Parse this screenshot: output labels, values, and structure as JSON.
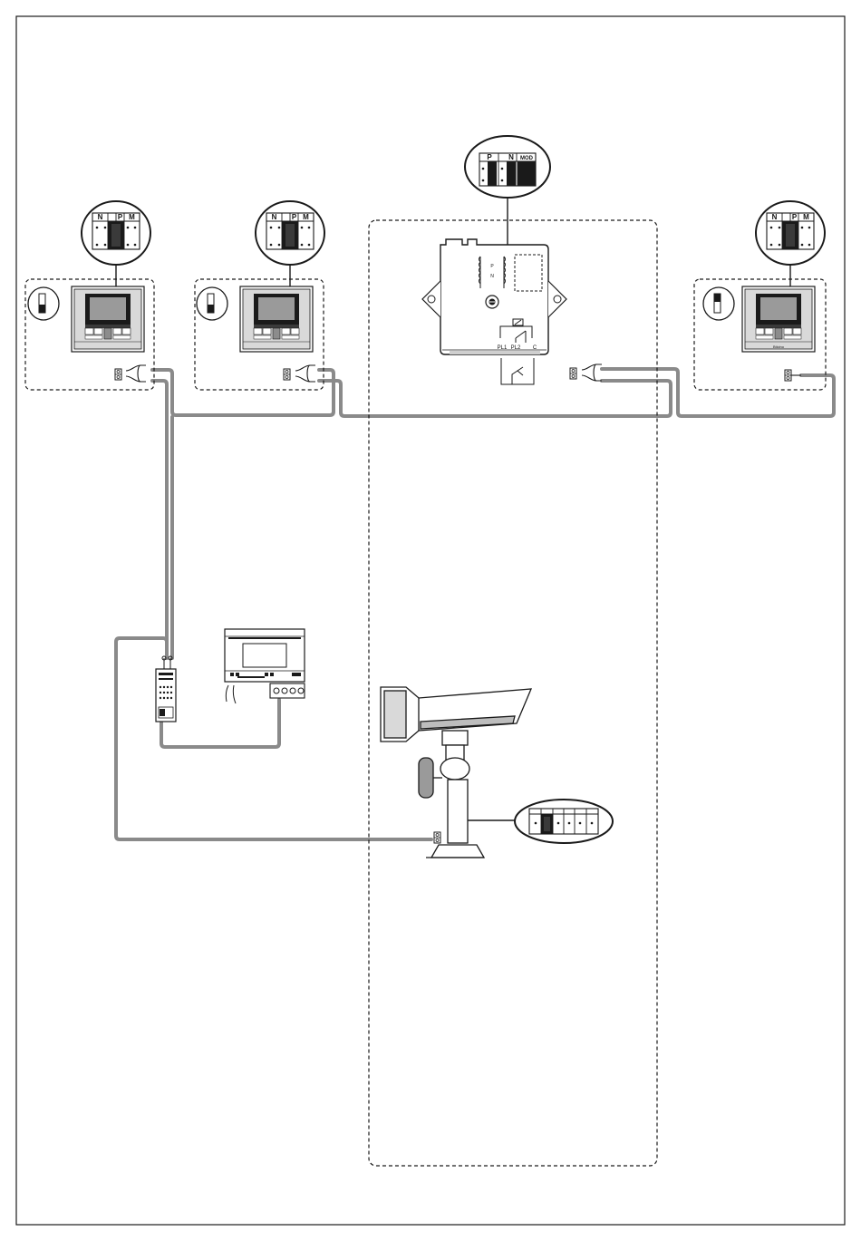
{
  "colors": {
    "line": "#1a1a1a",
    "cable": "#8a8a8a",
    "dark_fill": "#1a1a1a",
    "panel_gray": "#d9d9d9",
    "screen_gray": "#9a9a9a"
  },
  "monitor_jumper_labels": {
    "n": "N",
    "p": "P",
    "m": "M"
  },
  "adapter_jumper_labels": {
    "p": "P",
    "n": "N",
    "mod": "MOD"
  },
  "relay_labels": {
    "pl1": "PL1",
    "pl2": "PL2",
    "c": "C"
  },
  "monitor_brand": "Bticino"
}
